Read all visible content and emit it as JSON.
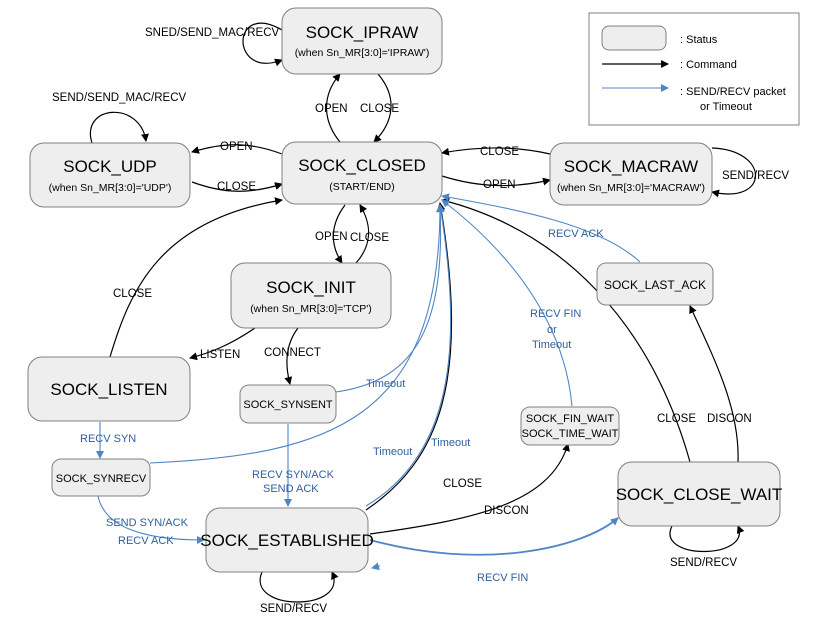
{
  "states": {
    "sock_ipraw": {
      "name": "SOCK_IPRAW",
      "sub": "(when Sn_MR[3:0]='IPRAW')"
    },
    "sock_udp": {
      "name": "SOCK_UDP",
      "sub": "(when Sn_MR[3:0]='UDP')"
    },
    "sock_closed": {
      "name": "SOCK_CLOSED",
      "sub": "(START/END)"
    },
    "sock_macraw": {
      "name": "SOCK_MACRAW",
      "sub": "(when Sn_MR[3:0]='MACRAW')"
    },
    "sock_init": {
      "name": "SOCK_INIT",
      "sub": "(when Sn_MR[3:0]='TCP')"
    },
    "sock_listen": {
      "name": "SOCK_LISTEN"
    },
    "sock_synsent": {
      "name": "SOCK_SYNSENT"
    },
    "sock_synrecv": {
      "name": "SOCK_SYNRECV"
    },
    "sock_established": {
      "name": "SOCK_ESTABLISHED"
    },
    "sock_fin_wait": {
      "line1": "SOCK_FIN_WAIT",
      "line2": "SOCK_TIME_WAIT"
    },
    "sock_last_ack": {
      "name": "SOCK_LAST_ACK"
    },
    "sock_close_wait": {
      "name": "SOCK_CLOSE_WAIT"
    }
  },
  "legend": {
    "status": ": Status",
    "command": ": Command",
    "packet_line1": ": SEND/RECV packet",
    "packet_line2": "or Timeout"
  },
  "labels": {
    "ipraw_self": "SNED/SEND_MAC/RECV",
    "udp_self": "SEND/SEND_MAC/RECV",
    "macraw_self": "SEND/RECV",
    "open_ipraw": "OPEN",
    "close_ipraw": "CLOSE",
    "open_udp": "OPEN",
    "close_udp": "CLOSE",
    "close_macraw": "CLOSE",
    "open_macraw": "OPEN",
    "open_init": "OPEN",
    "close_init": "CLOSE",
    "close_listen": "CLOSE",
    "listen": "LISTEN",
    "connect": "CONNECT",
    "timeout_synsent": "Timeout",
    "timeout_synrecv": "Timeout",
    "timeout_established": "Timeout",
    "recv_syn": "RECV SYN",
    "recv_synack_1": "RECV SYN/ACK",
    "recv_synack_2": "SEND ACK",
    "send_synack_1": "SEND SYN/ACK",
    "send_synack_2": "RECV ACK",
    "close_established": "CLOSE",
    "discon_established": "DISCON",
    "established_self": "SEND/RECV",
    "recv_fin_bottom": "RECV FIN",
    "recv_fin_timeout_1": "RECV FIN",
    "recv_fin_timeout_2": "or",
    "recv_fin_timeout_3": "Timeout",
    "recv_ack": "RECV ACK",
    "close_closewait": "CLOSE",
    "discon_closewait": "DISCON",
    "closewait_self": "SEND/RECV"
  },
  "colors": {
    "state_fill": "#eeeeee",
    "state_border": "#808080",
    "command_line": "#000000",
    "packet_line": "#4f86c6",
    "packet_text": "#2f5f9e"
  }
}
